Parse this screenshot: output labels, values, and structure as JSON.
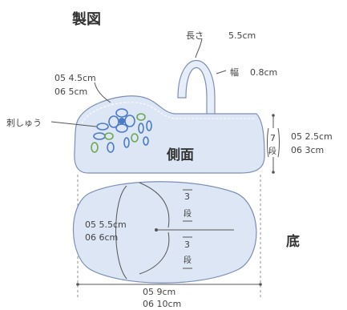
{
  "title": "製図",
  "handle": {
    "length_label": "長さ",
    "length_value": "5.5cm",
    "width_label": "幅",
    "width_value": "0.8cm"
  },
  "opening": {
    "size_05": "05 4.5cm",
    "size_06": "06 5cm"
  },
  "embroidery_label": "刺しゅう",
  "side": {
    "label": "側面",
    "rows": "7",
    "rows_unit": "段",
    "height_05": "05 2.5cm",
    "height_06": "06 3cm"
  },
  "sole": {
    "label": "底",
    "width_05": "05 5.5cm",
    "width_06": "06 6cm",
    "upper_rows": "3",
    "lower_rows": "3",
    "rows_unit": "段",
    "length_05": "05  9cm",
    "length_06": "06 10cm"
  },
  "colors": {
    "fill": "#dde6f5",
    "outline": "#7b8fb5",
    "flower_blue": "#4a7ac8",
    "flower_green": "#6aa84f"
  }
}
